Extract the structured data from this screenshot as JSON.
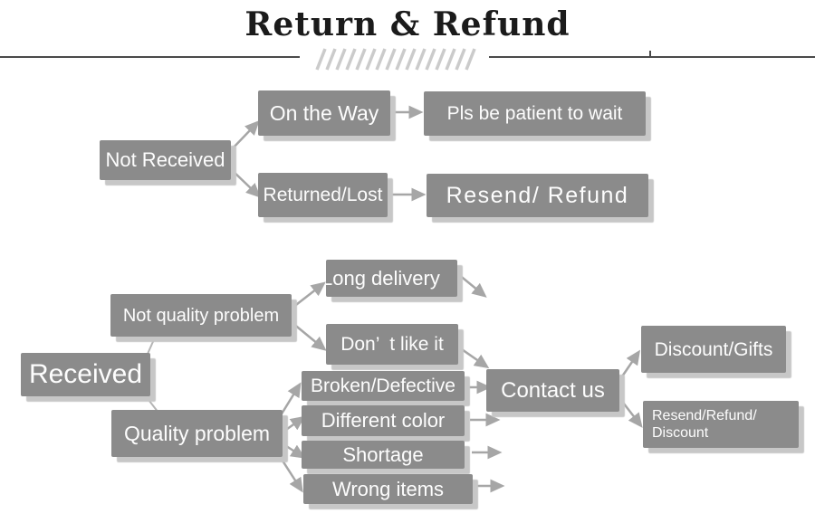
{
  "header": {
    "title": "Return & Refund"
  },
  "nodes": {
    "not_received": "Not Received",
    "on_the_way": "On the Way",
    "pls_be_patient": "Pls be patient to wait",
    "returned_lost": "Returned/Lost",
    "resend_refund": "Resend/ Refund",
    "received": "Received",
    "not_quality_problem": "Not quality problem",
    "long_delivery": "Long delivery",
    "dont_like_it": "Don’  t like it",
    "quality_problem": "Quality problem",
    "broken_defective": "Broken/Defective",
    "different_color": "Different color",
    "shortage": "Shortage",
    "wrong_items": "Wrong items",
    "contact_us": "Contact us",
    "discount_gifts": "Discount/Gifts",
    "resend_refund_discount": "Resend/Refund/\nDiscount"
  },
  "edges": [
    {
      "from": "Not Received",
      "to": "On the Way"
    },
    {
      "from": "On the Way",
      "to": "Pls be patient to wait"
    },
    {
      "from": "Not Received",
      "to": "Returned/Lost"
    },
    {
      "from": "Returned/Lost",
      "to": "Resend/ Refund"
    },
    {
      "from": "Received",
      "to": "Not quality problem"
    },
    {
      "from": "Received",
      "to": "Quality problem"
    },
    {
      "from": "Not quality problem",
      "to": "Long delivery"
    },
    {
      "from": "Not quality problem",
      "to": "Don’ t like it"
    },
    {
      "from": "Long delivery",
      "to": "Contact us"
    },
    {
      "from": "Don’ t like it",
      "to": "Contact us"
    },
    {
      "from": "Quality problem",
      "to": "Broken/Defective"
    },
    {
      "from": "Quality problem",
      "to": "Different color"
    },
    {
      "from": "Quality problem",
      "to": "Shortage"
    },
    {
      "from": "Quality problem",
      "to": "Wrong items"
    },
    {
      "from": "Broken/Defective",
      "to": "Contact us"
    },
    {
      "from": "Different color",
      "to": "Contact us"
    },
    {
      "from": "Shortage",
      "to": "Contact us"
    },
    {
      "from": "Wrong items",
      "to": "Contact us"
    },
    {
      "from": "Contact us",
      "to": "Discount/Gifts"
    },
    {
      "from": "Contact us",
      "to": "Resend/Refund/Discount"
    }
  ],
  "colors": {
    "box_fill": "#8b8b8b",
    "box_text": "#fdfdfd",
    "box_shadow": "#c7c7c7",
    "connector": "#a6a6a6",
    "plain_line": "#b5b5b5",
    "title": "#1b1b1b",
    "rule": "#4a4a4a",
    "hatch": "#cbcbcb",
    "background": "#ffffff"
  }
}
